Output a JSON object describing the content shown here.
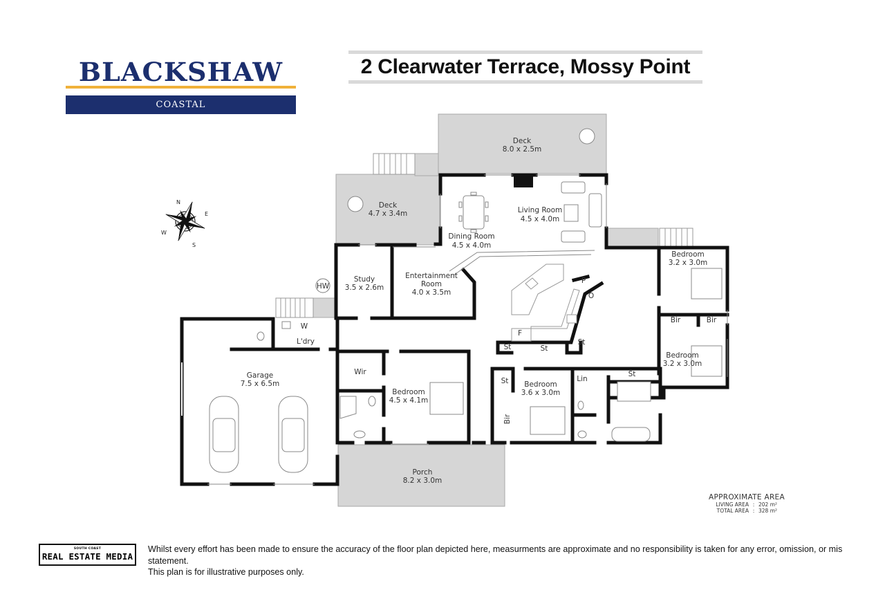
{
  "brand": {
    "name": "BLACKSHAW",
    "subtitle": "COASTAL",
    "colors": {
      "navy": "#1c2f6e",
      "gold": "#f0b13a"
    }
  },
  "header": {
    "title": "2 Clearwater Terrace, Mossy Point"
  },
  "compass": {
    "icon": "compass-rose-icon",
    "labels": {
      "n": "N",
      "e": "E",
      "s": "S",
      "w": "W"
    }
  },
  "rooms": {
    "deck_top": {
      "name": "Deck",
      "size": "8.0 x 2.5m"
    },
    "deck_left": {
      "name": "Deck",
      "size": "4.7 x 3.4m"
    },
    "living": {
      "name": "Living Room",
      "size": "4.5 x 4.0m"
    },
    "dining": {
      "name": "Dining Room",
      "size": "4.5 x 4.0m"
    },
    "study": {
      "name": "Study",
      "size": "3.5 x 2.6m"
    },
    "entertainment": {
      "name_line1": "Entertainment",
      "name_line2": "Room",
      "size": "4.0 x 3.5m"
    },
    "bedroom_ne": {
      "name": "Bedroom",
      "size": "3.2 x 3.0m"
    },
    "bedroom_e": {
      "name": "Bedroom",
      "size": "3.2 x 3.0m"
    },
    "bedroom_main": {
      "name": "Bedroom",
      "size": "4.5 x 4.1m"
    },
    "bedroom_mid": {
      "name": "Bedroom",
      "size": "3.6 x 3.0m"
    },
    "garage": {
      "name": "Garage",
      "size": "7.5 x 6.5m"
    },
    "porch": {
      "name": "Porch",
      "size": "8.2 x 3.0m"
    }
  },
  "fixtures": {
    "hw": "HW",
    "laundry": "L'dry",
    "washer": "W",
    "wir": "Wir",
    "bir": "Bir",
    "st": "St",
    "lin": "Lin",
    "pantry": "P",
    "oven": "O",
    "fridge": "F"
  },
  "area": {
    "title": "APPROXIMATE AREA",
    "rows": [
      {
        "label": "LIVING AREA",
        "value": "202 m²"
      },
      {
        "label": "TOTAL AREA",
        "value": "328 m²"
      }
    ]
  },
  "footer": {
    "media_small": "SOUTH COAST",
    "media_big": "REAL ESTATE MEDIA",
    "disclaimer_line1": "Whilst every effort has been made to ensure the accuracy of the floor plan depicted here, measurments are approximate and no responsibility is taken for any error, omission, or mis statement.",
    "disclaimer_line2": "This plan is for illustrative purposes only."
  }
}
